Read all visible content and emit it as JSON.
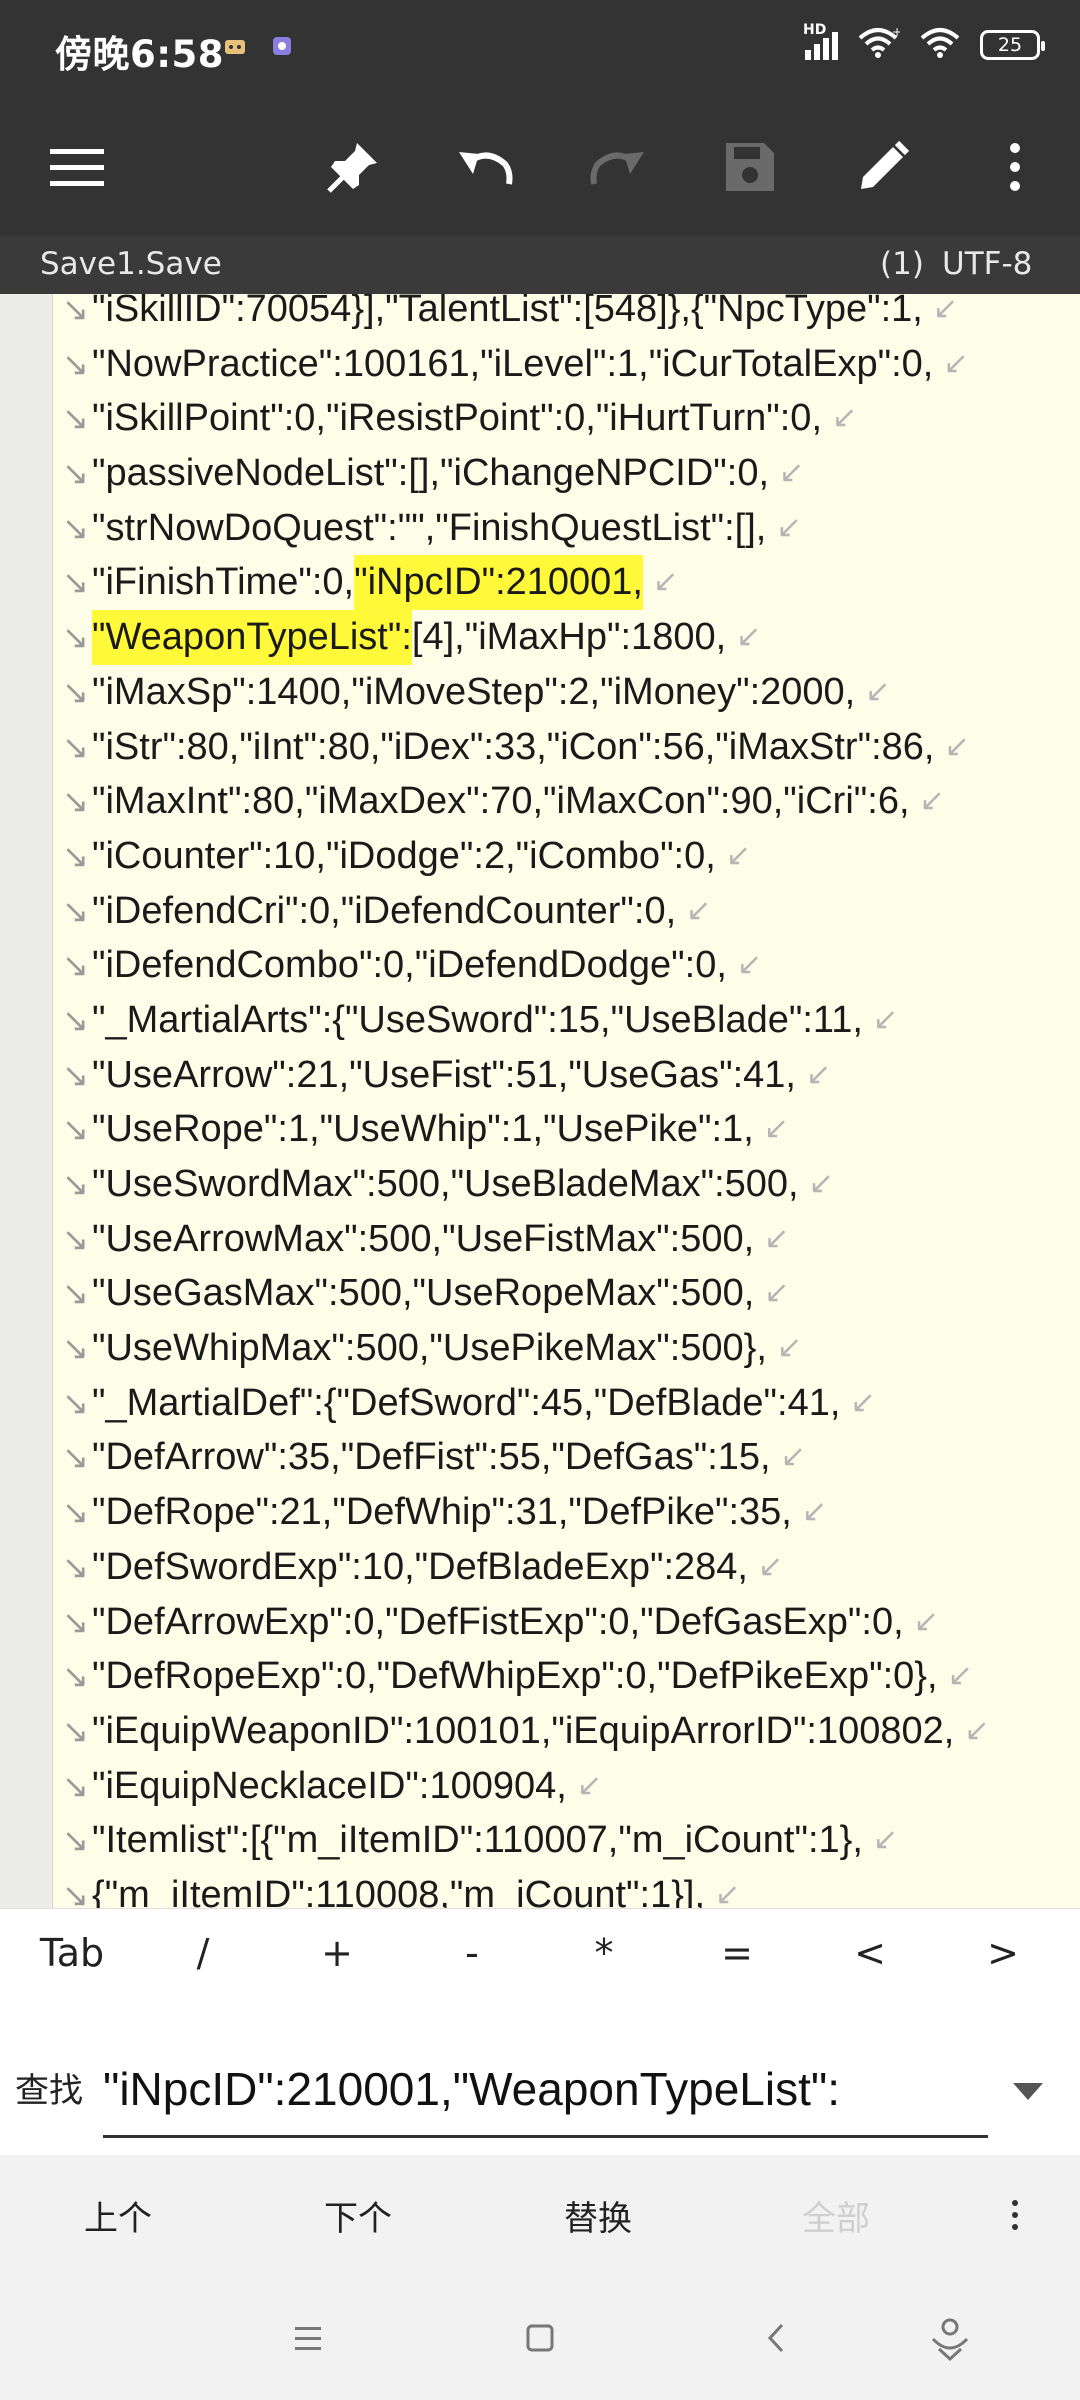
{
  "status": {
    "time": "傍晚6:58",
    "network": "HD",
    "battery": "25"
  },
  "file": {
    "name": "Save1.Save",
    "count": "(1)",
    "encoding": "UTF-8"
  },
  "editor_lines": [
    {
      "t": "\"iSkillID\":70054}],\"TalentList\":[548]},{\"NpcType\":1,"
    },
    {
      "t": "\"NowPractice\":100161,\"iLevel\":1,\"iCurTotalExp\":0,"
    },
    {
      "t": "\"iSkillPoint\":0,\"iResistPoint\":0,\"iHurtTurn\":0,"
    },
    {
      "t": "\"passiveNodeList\":[],\"iChangeNPCID\":0,"
    },
    {
      "t": "\"strNowDoQuest\":\"\",\"FinishQuestList\":[],"
    },
    {
      "pre": "\"iFinishTime\":0,",
      "hl": "\"iNpcID\":210001,",
      "post": ""
    },
    {
      "pre": "",
      "hl": "\"WeaponTypeList\":",
      "post": "[4],\"iMaxHp\":1800,"
    },
    {
      "t": "\"iMaxSp\":1400,\"iMoveStep\":2,\"iMoney\":2000,"
    },
    {
      "t": "\"iStr\":80,\"iInt\":80,\"iDex\":33,\"iCon\":56,\"iMaxStr\":86,"
    },
    {
      "t": "\"iMaxInt\":80,\"iMaxDex\":70,\"iMaxCon\":90,\"iCri\":6,"
    },
    {
      "t": "\"iCounter\":10,\"iDodge\":2,\"iCombo\":0,"
    },
    {
      "t": "\"iDefendCri\":0,\"iDefendCounter\":0,"
    },
    {
      "t": "\"iDefendCombo\":0,\"iDefendDodge\":0,"
    },
    {
      "t": "\"_MartialArts\":{\"UseSword\":15,\"UseBlade\":11,"
    },
    {
      "t": "\"UseArrow\":21,\"UseFist\":51,\"UseGas\":41,"
    },
    {
      "t": "\"UseRope\":1,\"UseWhip\":1,\"UsePike\":1,"
    },
    {
      "t": "\"UseSwordMax\":500,\"UseBladeMax\":500,"
    },
    {
      "t": "\"UseArrowMax\":500,\"UseFistMax\":500,"
    },
    {
      "t": "\"UseGasMax\":500,\"UseRopeMax\":500,"
    },
    {
      "t": "\"UseWhipMax\":500,\"UsePikeMax\":500},"
    },
    {
      "t": "\"_MartialDef\":{\"DefSword\":45,\"DefBlade\":41,"
    },
    {
      "t": "\"DefArrow\":35,\"DefFist\":55,\"DefGas\":15,"
    },
    {
      "t": "\"DefRope\":21,\"DefWhip\":31,\"DefPike\":35,"
    },
    {
      "t": "\"DefSwordExp\":10,\"DefBladeExp\":284,"
    },
    {
      "t": "\"DefArrowExp\":0,\"DefFistExp\":0,\"DefGasExp\":0,"
    },
    {
      "t": "\"DefRopeExp\":0,\"DefWhipExp\":0,\"DefPikeExp\":0},"
    },
    {
      "t": "\"iEquipWeaponID\":100101,\"iEquipArrorID\":100802,"
    },
    {
      "t": "\"iEquipNecklaceID\":100904,"
    },
    {
      "t": "\"Itemlist\":[{\"m_iItemID\":110007,\"m_iCount\":1},"
    },
    {
      "t": "{\"m_iItemID\":110008,\"m_iCount\":1}],"
    }
  ],
  "symbols": [
    "Tab",
    "/",
    "+",
    "-",
    "*",
    "=",
    "<",
    ">"
  ],
  "search": {
    "label": "查找",
    "value": "\"iNpcID\":210001,\"WeaponTypeList\":"
  },
  "actions": {
    "prev": "上个",
    "next": "下个",
    "replace": "替换",
    "all": "全部"
  },
  "colors": {
    "toolbar_bg": "#333333",
    "editor_bg": "#fefde8",
    "highlight": "#fff93a"
  }
}
